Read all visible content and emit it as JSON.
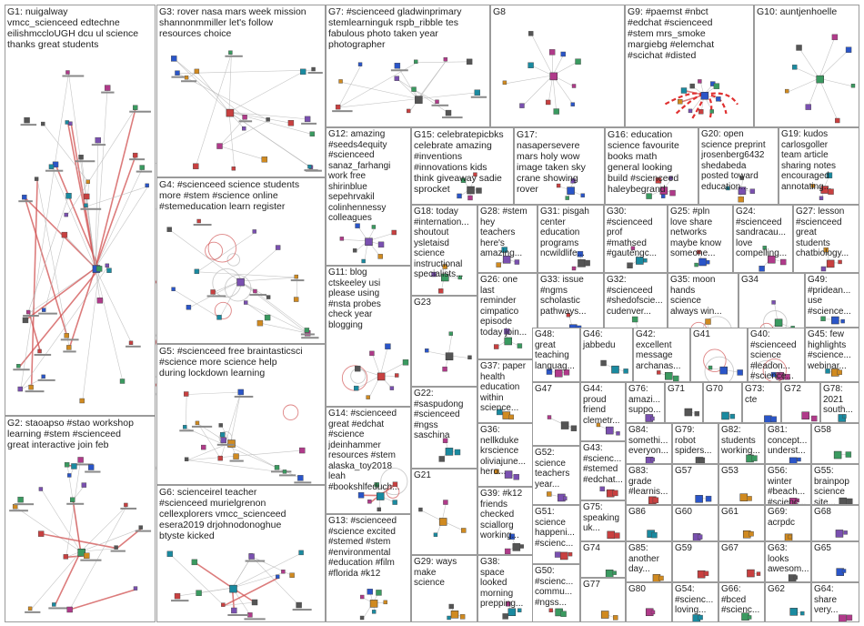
{
  "groups": [
    {
      "id": "G1",
      "label": "G1: nuigalway\nvmcc_scienceed edtechne\neilishmccloUGH dcu ul science\nthanks great students"
    },
    {
      "id": "G2",
      "label": "G2: staoapso #stao workshop\nlearning #stem #scienceed\ngreat interactive join feb"
    },
    {
      "id": "G3",
      "label": "G3: rover nasa mars week mission\nshannonmmiller let's follow\nresources choice"
    },
    {
      "id": "G4",
      "label": "G4: #scienceed science students\nmore #stem #science online\n#stemeducation learn register"
    },
    {
      "id": "G5",
      "label": "G5: #scienceed free braintasticsci\n#science more science help\nduring lockdown learning"
    },
    {
      "id": "G6",
      "label": "G6: scienceirel teacher\n#scienceed murielgrenon\ncellexplorers vmcc_scienceed\nesera2019 drjohnodonoghue\nbtyste kicked"
    },
    {
      "id": "G7",
      "label": "G7: #scienceed gladwinprimary\nstemlearninguk rspb_ribble tes\nfabulous photo taken year\nphotographer"
    },
    {
      "id": "G8",
      "label": "G8"
    },
    {
      "id": "G9",
      "label": "G9: #paemst #nbct\n#edchat #scienceed\n#stem mrs_smoke\nmargiebg #elemchat\n#scichat #disted"
    },
    {
      "id": "G10",
      "label": "G10: auntjenhoelle"
    },
    {
      "id": "G11",
      "label": "G11: blog\nctskeeley usi\nplease using\n#nsta probes\ncheck year\nblogging"
    },
    {
      "id": "G12",
      "label": "G12: amazing\n#seeds4equity\n#scienceed\nsanaz_farhangi\nwork free\nshirinblue\nsepehrvakil\ncolinhennessy\ncolleagues"
    },
    {
      "id": "G13",
      "label": "G13: #scienceed\n#science excited\n#stemed #stem\n#environmental\n#education #film\n#florida #k12"
    },
    {
      "id": "G14",
      "label": "G14: #scienceed\ngreat #edchat\n#science\njdeinhammer\nresources #stem\nalaska_toy2018\nleah\n#bookshlfeduch..."
    },
    {
      "id": "G15",
      "label": "G15: celebratepicbks\ncelebrate amazing\n#inventions\n#innovations kids\nthink giveaway sadie\nsprocket"
    },
    {
      "id": "G16",
      "label": "G16: education\nscience favourite\nbooks math\ngeneral looking\nbuild #scienceed\nhaleybegrand"
    },
    {
      "id": "G17",
      "label": "G17:\nnasapersevere\nmars holy wow\nimage taken sky\ncrane showing\nrover"
    },
    {
      "id": "G18",
      "label": "G18: today\n#internation...\nshoutout\nysletaisd\nscience\ninstructional\nspecialists..."
    },
    {
      "id": "G19",
      "label": "G19: kudos\ncarlosgoller\nteam article\nsharing notes\nencouraged\nannotating..."
    },
    {
      "id": "G20",
      "label": "G20: open\nscience preprint\njrosenberg6432\nshedabeda\nposted toward\neducation..."
    },
    {
      "id": "G21",
      "label": "G21"
    },
    {
      "id": "G22",
      "label": "G22:\n#saspudong\n#scienceed\n#ngss\nsaschina"
    },
    {
      "id": "G23",
      "label": "G23"
    },
    {
      "id": "G24",
      "label": "G24:\n#scienceed\nsandracau...\nlove\ncompelling..."
    },
    {
      "id": "G25",
      "label": "G25: #pln\nlove share\nnetworks\nmaybe know\nsomeone..."
    },
    {
      "id": "G26",
      "label": "G26: one\nlast\nreminder\ncimpatico\nepisode\ntoday join..."
    },
    {
      "id": "G27",
      "label": "G27: lesson\n#scienceed\ngreat\nstudents\nchatbiology..."
    },
    {
      "id": "G28",
      "label": "G28: #stem\nhey\nteachers\nhere's\namazing..."
    },
    {
      "id": "G29",
      "label": "G29: ways\nmake\nscience"
    },
    {
      "id": "G30",
      "label": "G30:\n#scienceed\nprof\n#mathsed\n#gautengc..."
    },
    {
      "id": "G31",
      "label": "G31: pisgah\ncenter\neducation\nprograms\nncwildlife..."
    },
    {
      "id": "G32",
      "label": "G32:\n#scienceed\n#shedofscie...\ncudenver..."
    },
    {
      "id": "G33",
      "label": "G33: issue\n#ngms\nscholastic\npathways..."
    },
    {
      "id": "G34",
      "label": "G34"
    },
    {
      "id": "G35",
      "label": "G35: moon\nhands\nscience\nalways win..."
    },
    {
      "id": "G36",
      "label": "G36:\nnellkduke\nkrscience\noliviajune...\nhero..."
    },
    {
      "id": "G37",
      "label": "G37: paper\nhealth\neducation\nwithin\nscience..."
    },
    {
      "id": "G38",
      "label": "G38:\nspace\nlooked\nmorning\nprepping..."
    },
    {
      "id": "G39",
      "label": "G39: #k12\nfriends\nchecked\nsciallorg\nworking..."
    },
    {
      "id": "G40",
      "label": "G40:\n#scienceed\nscience\n#leadon...\n#science..."
    },
    {
      "id": "G41",
      "label": "G41"
    },
    {
      "id": "G42",
      "label": "G42:\nexcellent\nmessage\narchanas..."
    },
    {
      "id": "G43",
      "label": "G43:\n#scienc...\n#stemed\n#edchat..."
    },
    {
      "id": "G44",
      "label": "G44:\nproud\nfriend\nclemetr..."
    },
    {
      "id": "G45",
      "label": "G45: few\nhighlights\n#science...\nwebinar..."
    },
    {
      "id": "G46",
      "label": "G46:\njabbedu"
    },
    {
      "id": "G47",
      "label": "G47"
    },
    {
      "id": "G48",
      "label": "G48:\ngreat\nteaching\nlanguag..."
    },
    {
      "id": "G49",
      "label": "G49:\n#pridean...\nuse\n#science..."
    },
    {
      "id": "G50",
      "label": "G50:\n#scienc...\ncommu...\n#ngss..."
    },
    {
      "id": "G51",
      "label": "G51:\nscience\nhappeni...\n#scienc..."
    },
    {
      "id": "G52",
      "label": "G52:\nscience\nteachers\nyear..."
    },
    {
      "id": "G53",
      "label": "G53"
    },
    {
      "id": "G54",
      "label": "G54:\n#scienc...\nloving..."
    },
    {
      "id": "G55",
      "label": "G55:\nbrainpop\nscience\nsite..."
    },
    {
      "id": "G56",
      "label": "G56:\nwinter\n#beach...\n#scienc..."
    },
    {
      "id": "G57",
      "label": "G57"
    },
    {
      "id": "G58",
      "label": "G58"
    },
    {
      "id": "G59",
      "label": "G59"
    },
    {
      "id": "G60",
      "label": "G60"
    },
    {
      "id": "G61",
      "label": "G61"
    },
    {
      "id": "G62",
      "label": "G62"
    },
    {
      "id": "G63",
      "label": "G63:\nlooks\nawesom..."
    },
    {
      "id": "G64",
      "label": "G64:\nshare\nvery..."
    },
    {
      "id": "G65",
      "label": "G65"
    },
    {
      "id": "G66",
      "label": "G66:\n#bced\n#scienc..."
    },
    {
      "id": "G67",
      "label": "G67"
    },
    {
      "id": "G68",
      "label": "G68"
    },
    {
      "id": "G69",
      "label": "G69:\nacrpdc"
    },
    {
      "id": "G70",
      "label": "G70"
    },
    {
      "id": "G71",
      "label": "G71"
    },
    {
      "id": "G72",
      "label": "G72"
    },
    {
      "id": "G73",
      "label": "G73:\ncte"
    },
    {
      "id": "G74",
      "label": "G74"
    },
    {
      "id": "G75",
      "label": "G75:\nspeaking\nuk..."
    },
    {
      "id": "G76",
      "label": "G76:\namazi...\nsuppo..."
    },
    {
      "id": "G77",
      "label": "G77"
    },
    {
      "id": "G78",
      "label": "G78:\n2021\nsouth..."
    },
    {
      "id": "G79",
      "label": "G79:\nrobot\nspiders..."
    },
    {
      "id": "G80",
      "label": "G80"
    },
    {
      "id": "G81",
      "label": "G81:\nconcept...\nunderst..."
    },
    {
      "id": "G82",
      "label": "G82:\nstudents\nworking..."
    },
    {
      "id": "G83",
      "label": "G83:\ngrade\n#learnis..."
    },
    {
      "id": "G84",
      "label": "G84:\nsomethi...\neveryon..."
    },
    {
      "id": "G85",
      "label": "G85:\nanother\nday..."
    },
    {
      "id": "G86",
      "label": "G86"
    }
  ],
  "colors": {
    "border": "#9a9a9a",
    "edge": "#b5b5b5",
    "edge_strong": "#d05050",
    "edge_red": "#e03030",
    "accent_blue": "#2040c0",
    "accent_green": "#2a8a50"
  }
}
